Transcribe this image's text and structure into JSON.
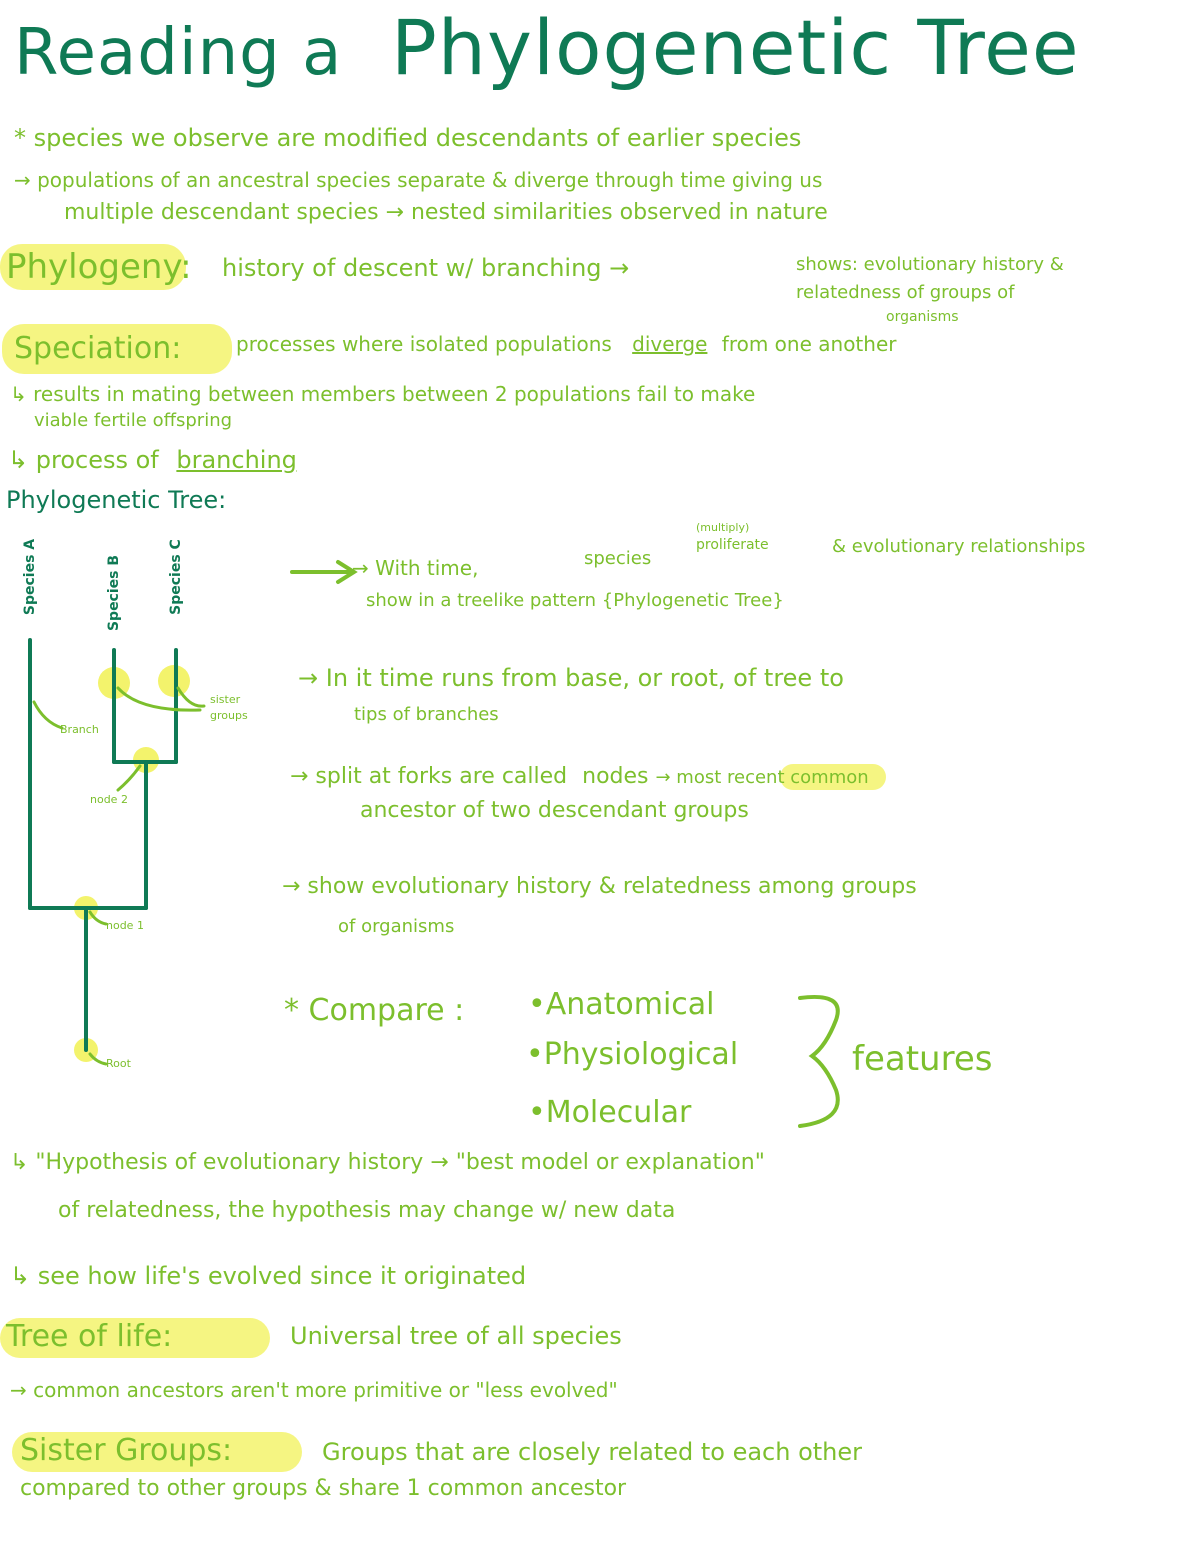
{
  "title": {
    "part1": "Reading a",
    "part2": "Phylogenetic Tree"
  },
  "intro": {
    "line1": "* species we observe are modified descendants of earlier species",
    "line2": "→ populations of an ancestral species separate & diverge through time giving us",
    "line3": "multiple descendant species → nested similarities observed in nature"
  },
  "phylogeny": {
    "term": "Phylogeny:",
    "def": "history of descent w/ branching →",
    "shows1": "shows: evolutionary history &",
    "shows2": "relatedness of groups of",
    "shows3": "organisms"
  },
  "speciation": {
    "term": "Speciation:",
    "def": "processes where isolated populations",
    "diverge": "diverge",
    "def_end": "from one another",
    "result1": "↳ results in mating between members between 2 populations fail to make",
    "result2": "viable fertile offspring",
    "process_prefix": "↳ process of",
    "process_word": "branching"
  },
  "tree_heading": "Phylogenetic Tree:",
  "tree_diagram": {
    "species_a": "Species A",
    "species_b": "Species B",
    "species_c": "Species C",
    "branch": "Branch",
    "sister_groups_1": "sister",
    "sister_groups_2": "groups",
    "node2": "node 2",
    "node1": "node 1",
    "root": "Root"
  },
  "notes": {
    "n1_line1_a": "→ With time,",
    "n1_line1_b": "species",
    "n1_small_1": "(multiply)",
    "n1_small_2": "proliferate",
    "n1_line1_c": "& evolutionary relationships",
    "n1_line2": "show in a treelike pattern {Phylogenetic Tree}",
    "n2_line1": "→ In it time runs from base, or root, of tree to",
    "n2_line2": "tips of branches",
    "n3_line1_a": "→ split at forks are called",
    "n3_nodes": "nodes",
    "n3_line1_b": "→ most recent common",
    "n3_line2": "ancestor of two descendant groups",
    "n4_line1": "→ show evolutionary history & relatedness among groups",
    "n4_line2": "of organisms"
  },
  "compare": {
    "label": "* Compare :",
    "items": [
      "•Anatomical",
      "•Physiological",
      "•Molecular"
    ],
    "features": "features"
  },
  "hypothesis": {
    "line1": "↳ \"Hypothesis of evolutionary history → \"best model or explanation\"",
    "line2": "of relatedness, the hypothesis may change w/ new data"
  },
  "see": "↳ see how life's evolved since it originated",
  "tree_of_life": {
    "term": "Tree of life:",
    "def": "Universal tree of all species",
    "note": "→ common ancestors aren't more primitive or \"less evolved\""
  },
  "sister_groups": {
    "term": "Sister Groups:",
    "def1": "Groups that are closely related to each other",
    "def2": "compared to other groups & share 1 common ancestor"
  },
  "colors": {
    "green": "#7cbf2d",
    "dark_green": "#0f7a55",
    "highlight": "#f3f36c"
  }
}
